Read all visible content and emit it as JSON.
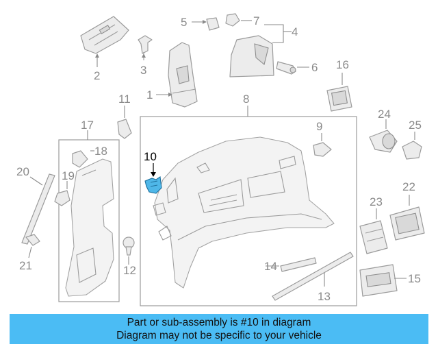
{
  "callouts": {
    "n1": "1",
    "n2": "2",
    "n3": "3",
    "n4": "4",
    "n5": "5",
    "n6": "6",
    "n7": "7",
    "n8": "8",
    "n9": "9",
    "n10": "10",
    "n11": "11",
    "n12": "12",
    "n13": "13",
    "n14": "14",
    "n15": "15",
    "n16": "16",
    "n17": "17",
    "n18": "18",
    "n19": "19",
    "n20": "20",
    "n21": "21",
    "n22": "22",
    "n23": "23",
    "n24": "24",
    "n25": "25"
  },
  "highlight": {
    "part": "10",
    "color": "#4fb7e8"
  },
  "caption": {
    "line1": "Part or sub-assembly is #10 in diagram",
    "line2": "Diagram may not be specific to your vehicle",
    "background": "#4bbcf4"
  }
}
